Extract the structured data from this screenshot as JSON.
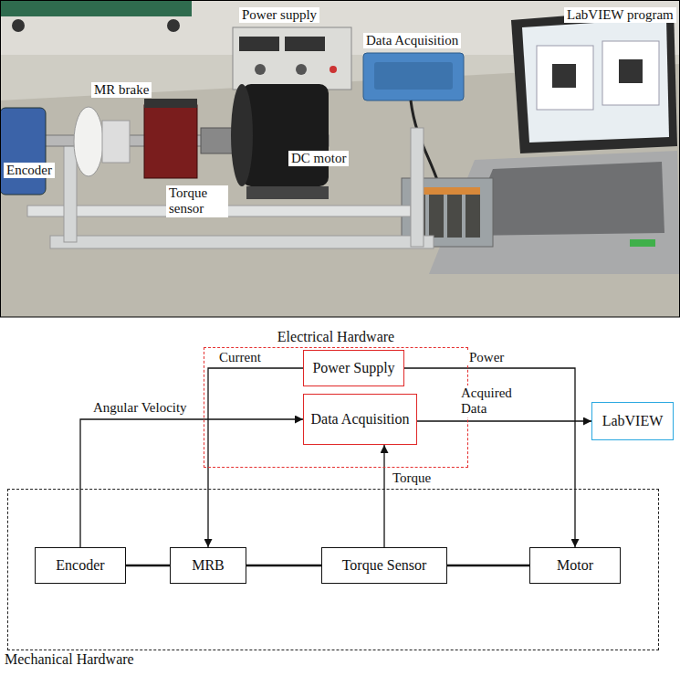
{
  "diagram": {
    "nodes": [
      {
        "text": [
          "Electrical Hardware"
        ]
      },
      {
        "text": [
          "Power Supply"
        ],
        "in": 0
      },
      {
        "text": [
          "Data Acquisition"
        ],
        "in": 0
      },
      {
        "text": [
          "LabVIEW"
        ]
      },
      {
        "text": [
          "Mechanical Hardware"
        ]
      },
      {
        "text": [
          "Encoder"
        ],
        "in": 4
      },
      {
        "text": [
          "MRB"
        ],
        "in": 4
      },
      {
        "text": [
          "Torque Sensor"
        ],
        "in": 4
      },
      {
        "text": [
          "Motor"
        ],
        "in": 4
      }
    ],
    "edges": [
      {
        "from": 1,
        "to": 6,
        "label": "Current",
        "arrow": "to"
      },
      {
        "from": 1,
        "to": 8,
        "label": "Power",
        "arrow": "to"
      },
      {
        "from": 5,
        "to": 2,
        "label": "Angular Velocity",
        "arrow": "to"
      },
      {
        "from": 7,
        "to": 2,
        "label": "Torque",
        "arrow": "to"
      },
      {
        "from": 2,
        "to": 3,
        "label": "Acquired Data",
        "arrow": "to"
      },
      {
        "from": 5,
        "to": 6,
        "arrow": "none"
      },
      {
        "from": 6,
        "to": 7,
        "arrow": "none"
      },
      {
        "from": 7,
        "to": 8,
        "arrow": "none"
      }
    ],
    "labels": [
      "Power supply",
      "LabVIEW program",
      "Data Acquisition",
      "MR brake",
      "Encoder",
      "Torque sensor",
      "DC motor"
    ]
  }
}
